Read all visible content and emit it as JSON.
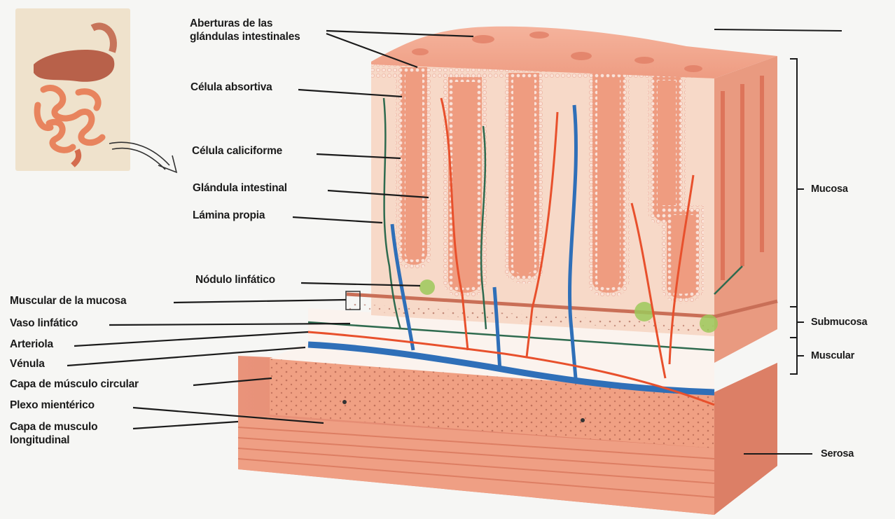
{
  "diagram": {
    "labels_left": {
      "aberturas": "Aberturas de las\nglándulas intestinales",
      "celula_absortiva": "Célula absortiva",
      "celula_caliciforme": "Célula caliciforme",
      "glandula_intestinal": "Glándula intestinal",
      "lamina_propia": "Lámina propia",
      "nodulo_linfatico": "Nódulo linfático",
      "muscular_mucosa": "Muscular de la mucosa",
      "vaso_linfatico": "Vaso linfático",
      "arteriola": "Arteriola",
      "venula": "Vénula",
      "capa_circular": "Capa de músculo circular",
      "plexo_mienterico": "Plexo mientérico",
      "capa_longitudinal": "Capa de musculo\nlongitudinal"
    },
    "labels_right": {
      "mucosa": "Mucosa",
      "submucosa": "Submucosa",
      "muscular": "Muscular",
      "serosa": "Serosa"
    },
    "colors": {
      "tissue": "#f2a88e",
      "tissue_dark": "#e7876c",
      "artery": "#e8502c",
      "vein": "#2f6fb8",
      "lymph": "#2f6b4f",
      "nodule": "#9cc85a",
      "background": "#f6f6f4"
    }
  }
}
